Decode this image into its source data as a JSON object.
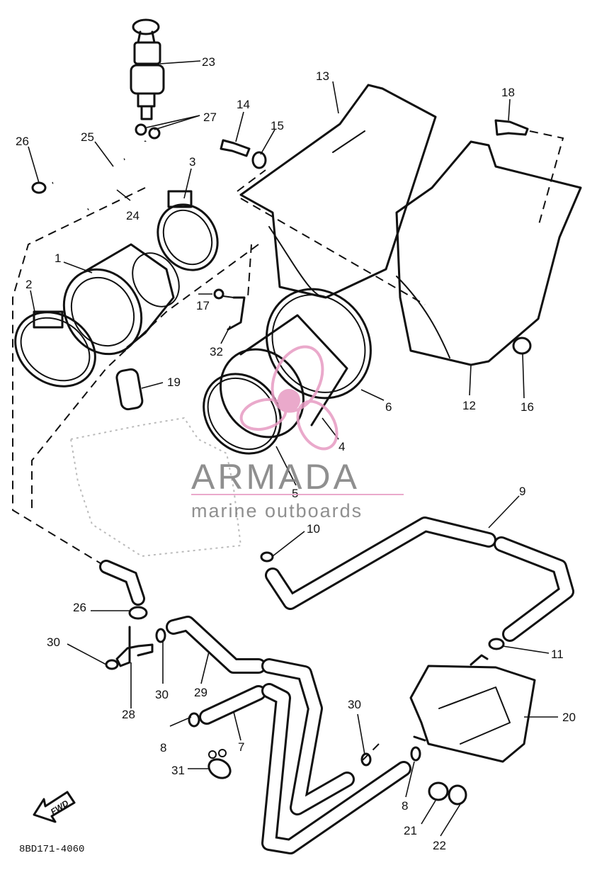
{
  "catalog_code": "8BD171-4060",
  "forward_marker": "FWD",
  "watermark": {
    "brand": "ARMADA",
    "tagline": "marine outboards",
    "accent_color": "#e79bc2",
    "text_color": "#7c7c7c"
  },
  "callouts": {
    "c23": "23",
    "c27": "27",
    "c26a": "26",
    "c25": "25",
    "c24": "24",
    "c3": "3",
    "c1": "1",
    "c2": "2",
    "c17": "17",
    "c32": "32",
    "c19": "19",
    "c14": "14",
    "c15": "15",
    "c13": "13",
    "c18": "18",
    "c6": "6",
    "c12": "12",
    "c16": "16",
    "c4": "4",
    "c5": "5",
    "c9": "9",
    "c10": "10",
    "c26b": "26",
    "c30a": "30",
    "c11": "11",
    "c30b": "30",
    "c29": "29",
    "c28": "28",
    "c30c": "30",
    "c20": "20",
    "c8a": "8",
    "c7": "7",
    "c31": "31",
    "c8b": "8",
    "c21": "21",
    "c22": "22"
  }
}
